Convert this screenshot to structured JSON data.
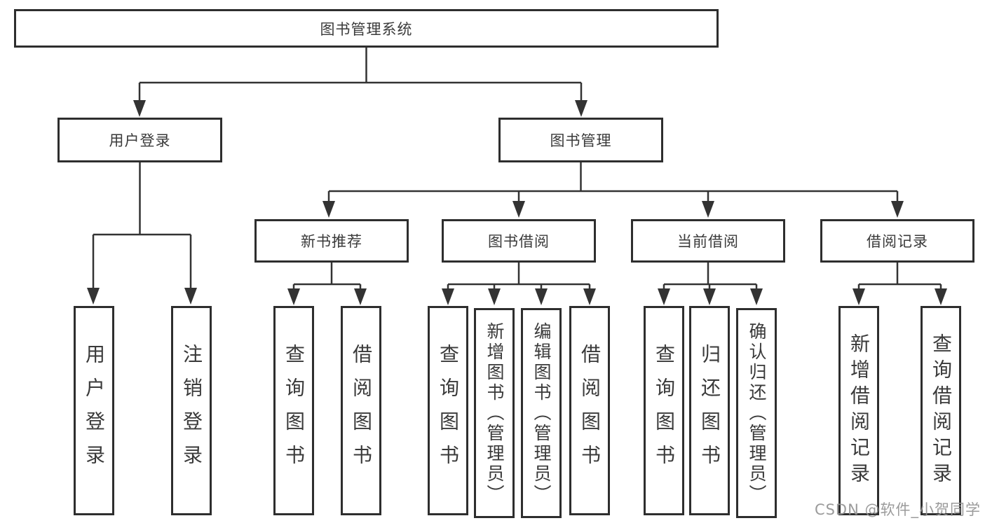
{
  "diagram": {
    "root": {
      "label": "图书管理系统"
    },
    "level2": [
      {
        "label": "用户登录"
      },
      {
        "label": "图书管理"
      }
    ],
    "level3": [
      {
        "label": "新书推荐"
      },
      {
        "label": "图书借阅"
      },
      {
        "label": "当前借阅"
      },
      {
        "label": "借阅记录"
      }
    ],
    "leaves": {
      "user_login": [
        "用户登录",
        "注销登录"
      ],
      "new_book": [
        "查询图书",
        "借阅图书"
      ],
      "book_borrow": [
        "查询图书",
        "新增图书（管理员）",
        "编辑图书（管理员）",
        "借阅图书"
      ],
      "current_borrow": [
        "查询图书",
        "归还图书",
        "确认归还（管理员）"
      ],
      "borrow_record": [
        "新增借阅记录",
        "查询借阅记录"
      ]
    }
  },
  "watermark": "CSDN @软件_小贺同学",
  "colors": {
    "line": "#333333",
    "border": "#2e2e2e",
    "text": "#3a3a3a",
    "watermark": "#969696",
    "background": "#ffffff"
  }
}
